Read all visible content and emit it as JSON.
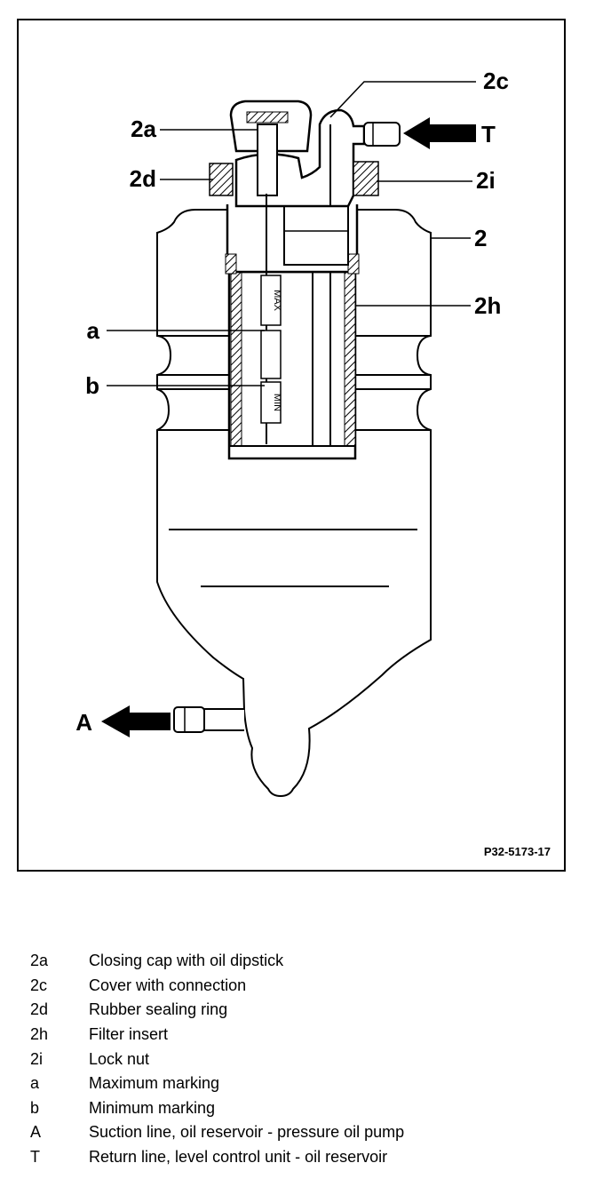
{
  "figure": {
    "id": "P32-5173-17",
    "callouts": {
      "c2a": "2a",
      "c2c": "2c",
      "c2d": "2d",
      "c2i": "2i",
      "c2": "2",
      "c2h": "2h",
      "ca": "a",
      "cb": "b",
      "cA": "A",
      "cT": "T"
    },
    "dipstick": {
      "max": "MAX",
      "min": "MIN"
    }
  },
  "legend": [
    {
      "key": "2a",
      "desc": "Closing cap with oil dipstick"
    },
    {
      "key": "2c",
      "desc": "Cover with connection"
    },
    {
      "key": "2d",
      "desc": "Rubber sealing ring"
    },
    {
      "key": "2h",
      "desc": "Filter insert"
    },
    {
      "key": "2i",
      "desc": "Lock nut"
    },
    {
      "key": "a",
      "desc": "Maximum marking"
    },
    {
      "key": "b",
      "desc": "Minimum marking"
    },
    {
      "key": "A",
      "desc": "Suction line, oil reservoir - pressure oil pump"
    },
    {
      "key": "T",
      "desc": "Return line, level control unit - oil reservoir"
    }
  ]
}
